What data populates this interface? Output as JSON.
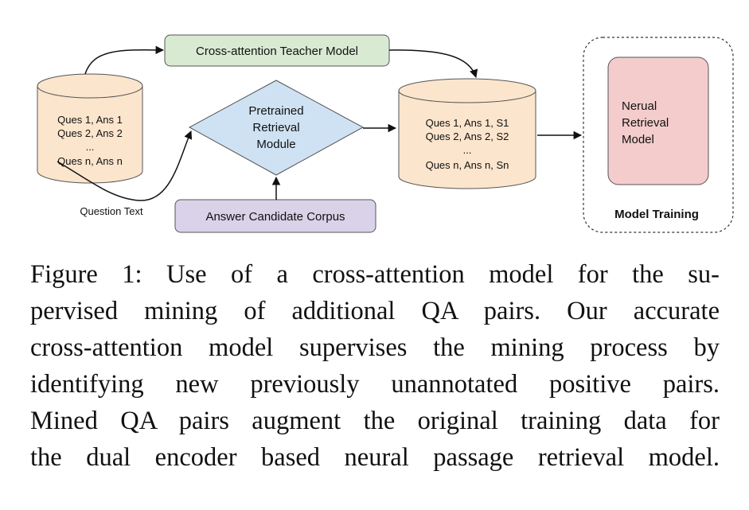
{
  "diagram": {
    "teacher_label": "Cross-attention Teacher Model",
    "retrieval_module_lines": [
      "Pretrained",
      "Retrieval",
      "Module"
    ],
    "answer_corpus_label": "Answer Candidate Corpus",
    "question_text_label": "Question Text",
    "input_db_lines": [
      "Ques 1, Ans 1",
      "Ques 2, Ans 2",
      "...",
      "Ques n, Ans n"
    ],
    "mined_db_lines": [
      "Ques 1, Ans 1, S1",
      "Ques 2, Ans 2, S2",
      "...",
      "Ques n, Ans n, Sn"
    ],
    "neural_model_lines": [
      "Nerual",
      "Retrieval",
      "Model"
    ],
    "model_training_label": "Model Training",
    "colors": {
      "teacher_fill": "#d9ead3",
      "module_fill": "#cfe2f3",
      "corpus_fill": "#d9d2e9",
      "db_fill": "#fce5cd",
      "neural_fill": "#f4cccc"
    }
  },
  "caption": {
    "lines": [
      "Figure 1: Use of a cross-attention model for the su-",
      "pervised mining of additional QA pairs. Our accurate",
      "cross-attention model supervises the mining process by",
      "identifying new previously unannotated positive pairs.",
      "Mined QA pairs augment the original training data for",
      "the dual encoder based neural passage retrieval model."
    ]
  }
}
